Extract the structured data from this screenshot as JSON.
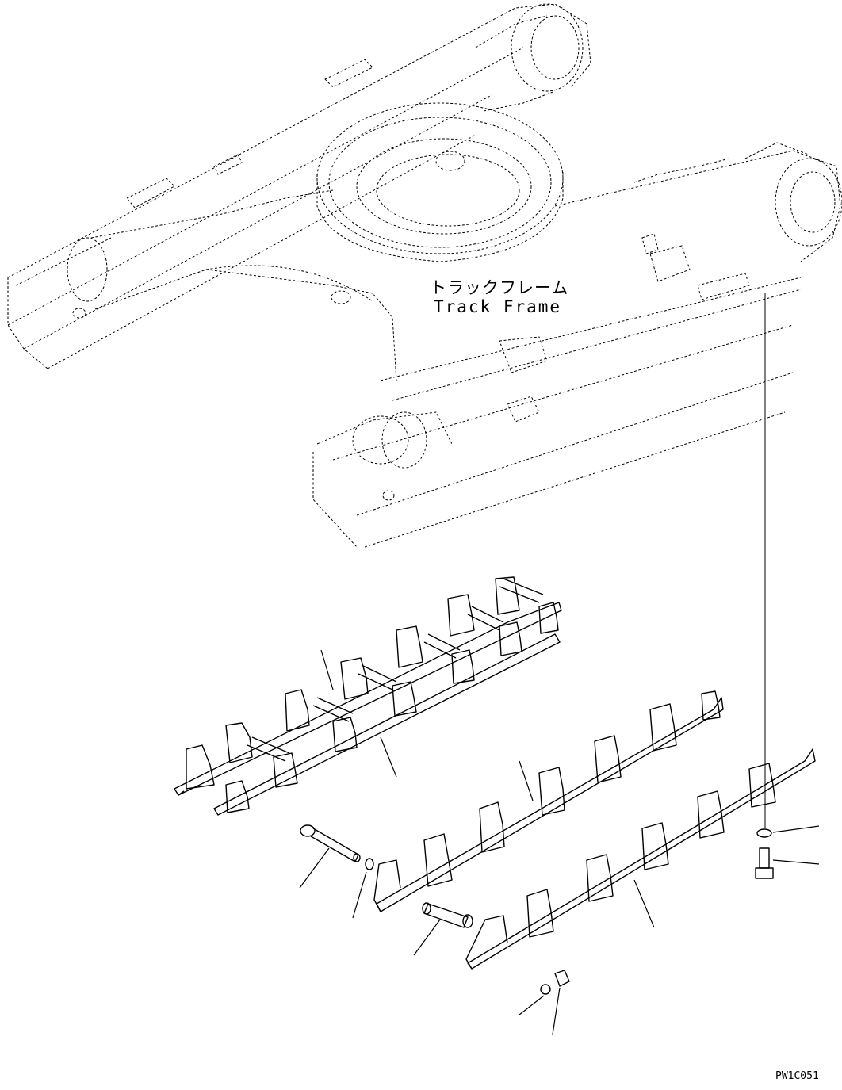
{
  "diagram": {
    "label_japanese": "トラックフレーム",
    "label_english": "Track Frame",
    "drawing_code": "PW1C051"
  },
  "parts": [
    {
      "name": "track-frame",
      "style": "dashed"
    },
    {
      "name": "rock-guard-pair-upper",
      "style": "solid"
    },
    {
      "name": "rock-guard-middle",
      "style": "solid"
    },
    {
      "name": "rock-guard-lower",
      "style": "solid"
    },
    {
      "name": "long-bolt",
      "style": "solid"
    },
    {
      "name": "washer",
      "style": "solid"
    },
    {
      "name": "spacer-tube",
      "style": "solid"
    },
    {
      "name": "short-bolt",
      "style": "solid"
    },
    {
      "name": "nut",
      "style": "solid"
    }
  ],
  "colors": {
    "line": "#000000",
    "background": "#ffffff"
  }
}
